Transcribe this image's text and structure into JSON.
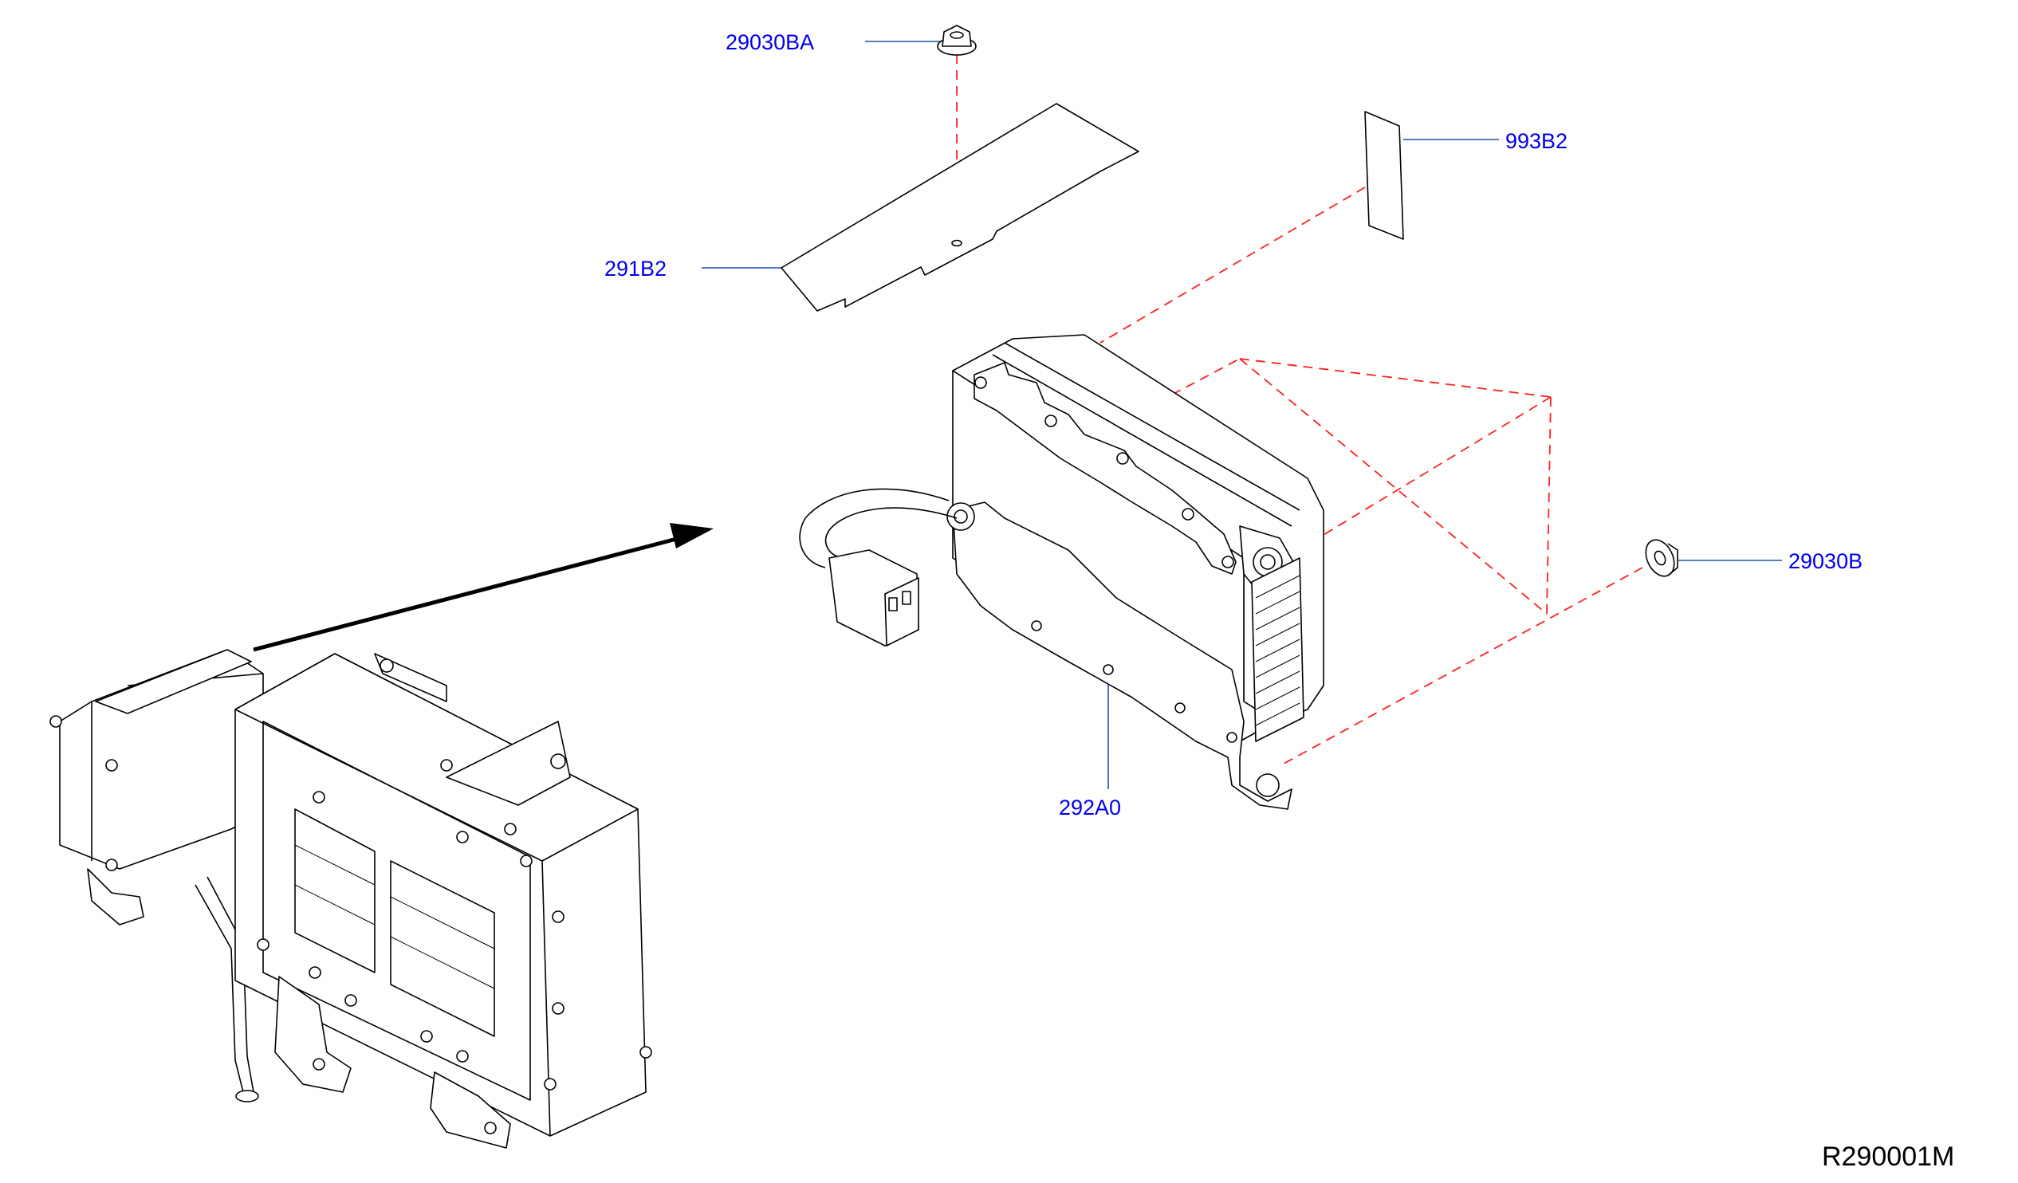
{
  "callouts": {
    "nut_top": "29030BA",
    "label": "993B2",
    "cover": "291B2",
    "nut_right": "29030B",
    "controller": "292A0"
  },
  "reference_code": "R290001M",
  "colors": {
    "callout_text": "#0000ee",
    "leader_line": "#1f4fa8",
    "dashed_line": "#ff2020",
    "drawing": "#000000"
  }
}
